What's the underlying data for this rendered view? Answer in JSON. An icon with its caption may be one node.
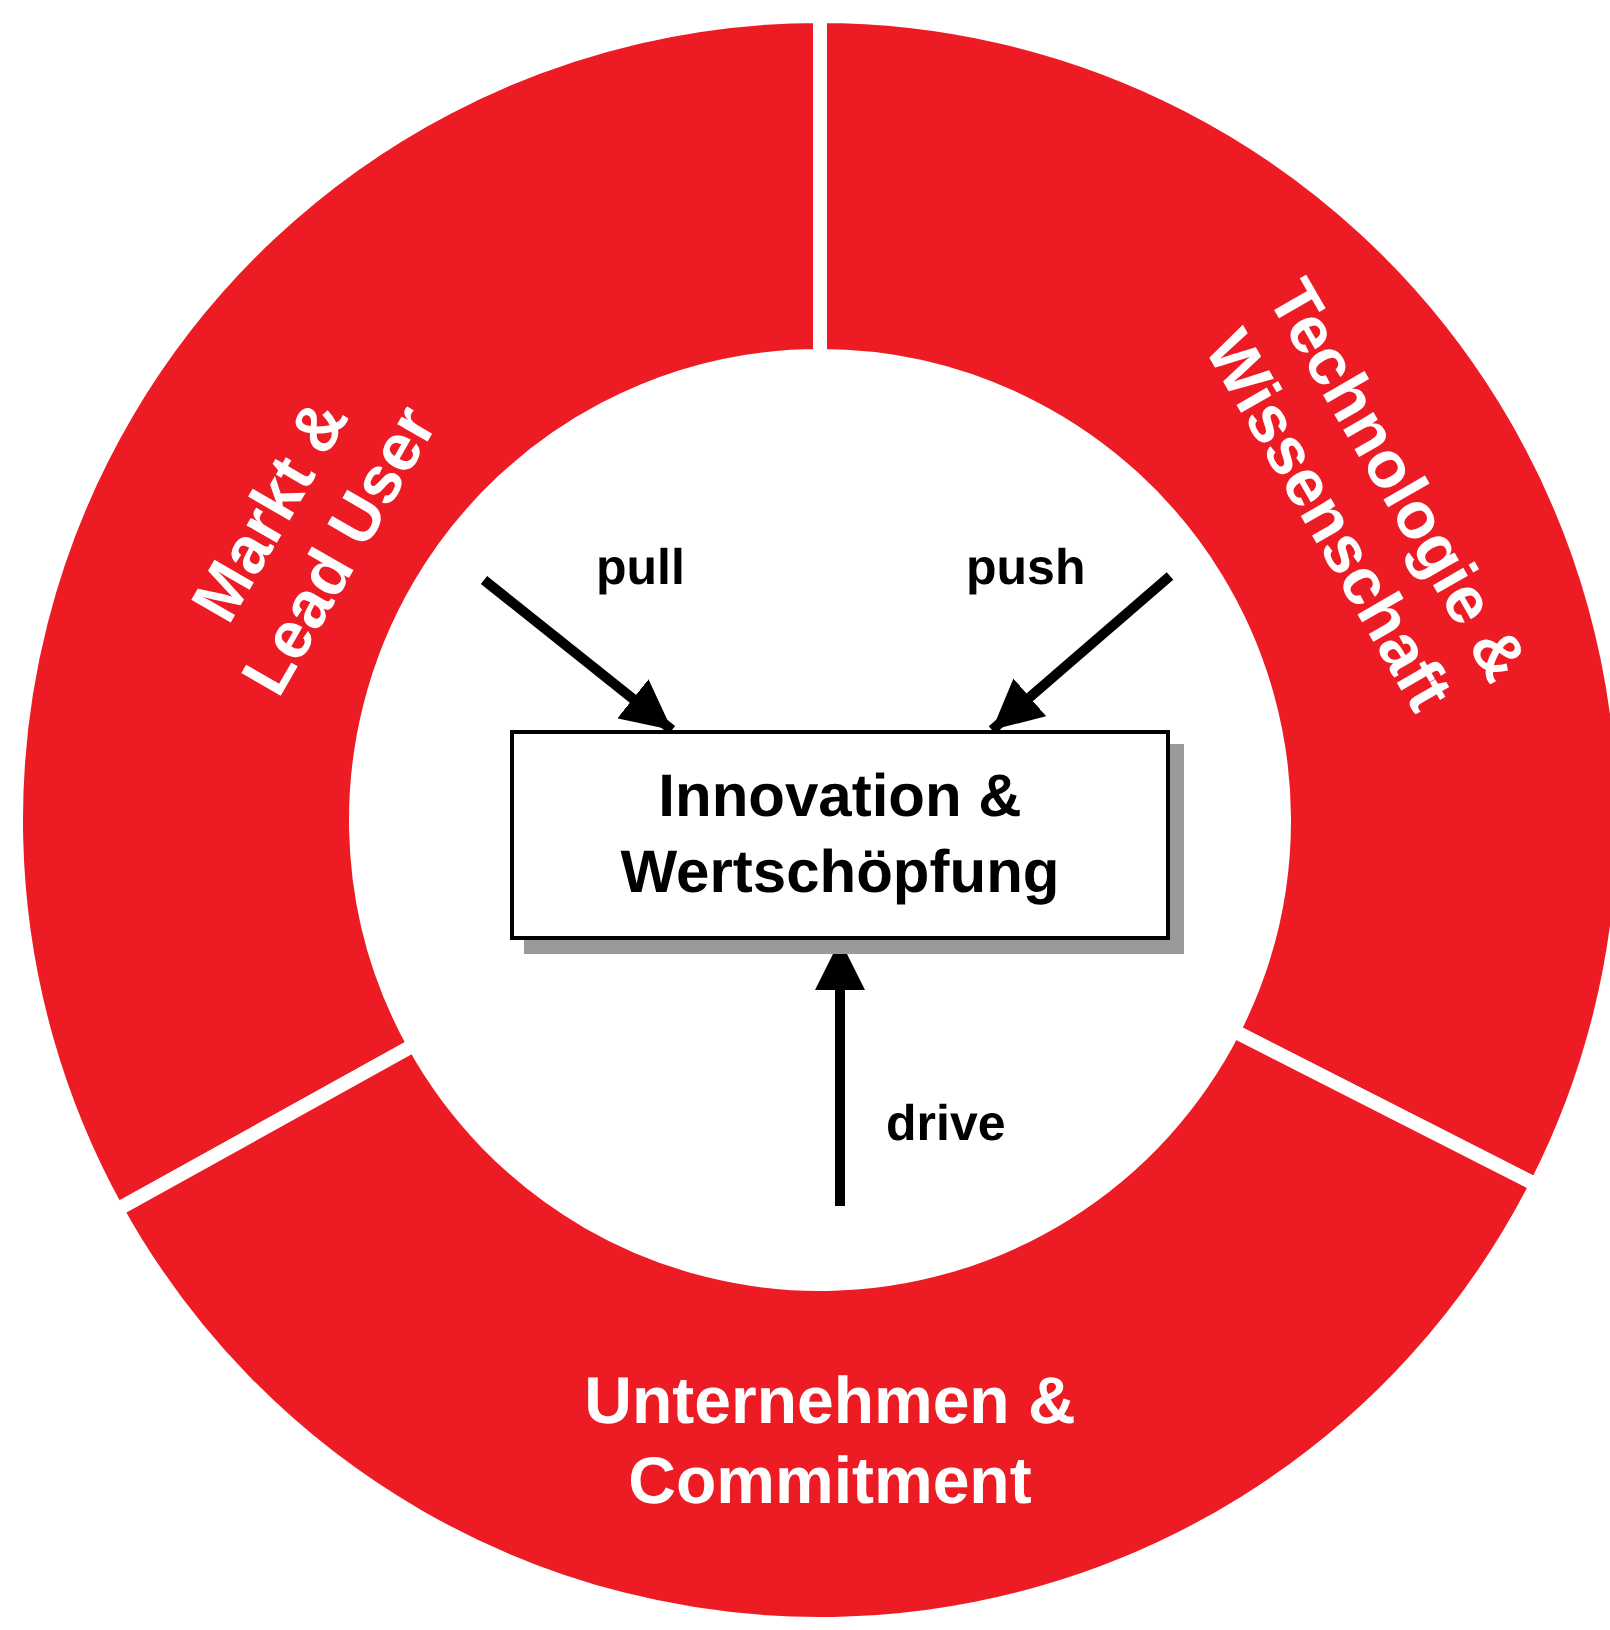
{
  "diagram": {
    "nodes": [
      {
        "text": [
          "Markt & Lead User"
        ]
      },
      {
        "text": [
          "Technologie & Wissenschaft"
        ]
      },
      {
        "text": [
          "Unternehmen & Commitment"
        ]
      },
      {
        "text": [
          "Innovation & Wertschöpfung"
        ]
      }
    ],
    "edges": [
      {
        "from": null,
        "to": 3,
        "arrow": "to",
        "label": "pull"
      },
      {
        "from": null,
        "to": 3,
        "arrow": "to",
        "label": "push"
      },
      {
        "from": null,
        "to": 3,
        "arrow": "to",
        "label": "drive"
      }
    ]
  }
}
